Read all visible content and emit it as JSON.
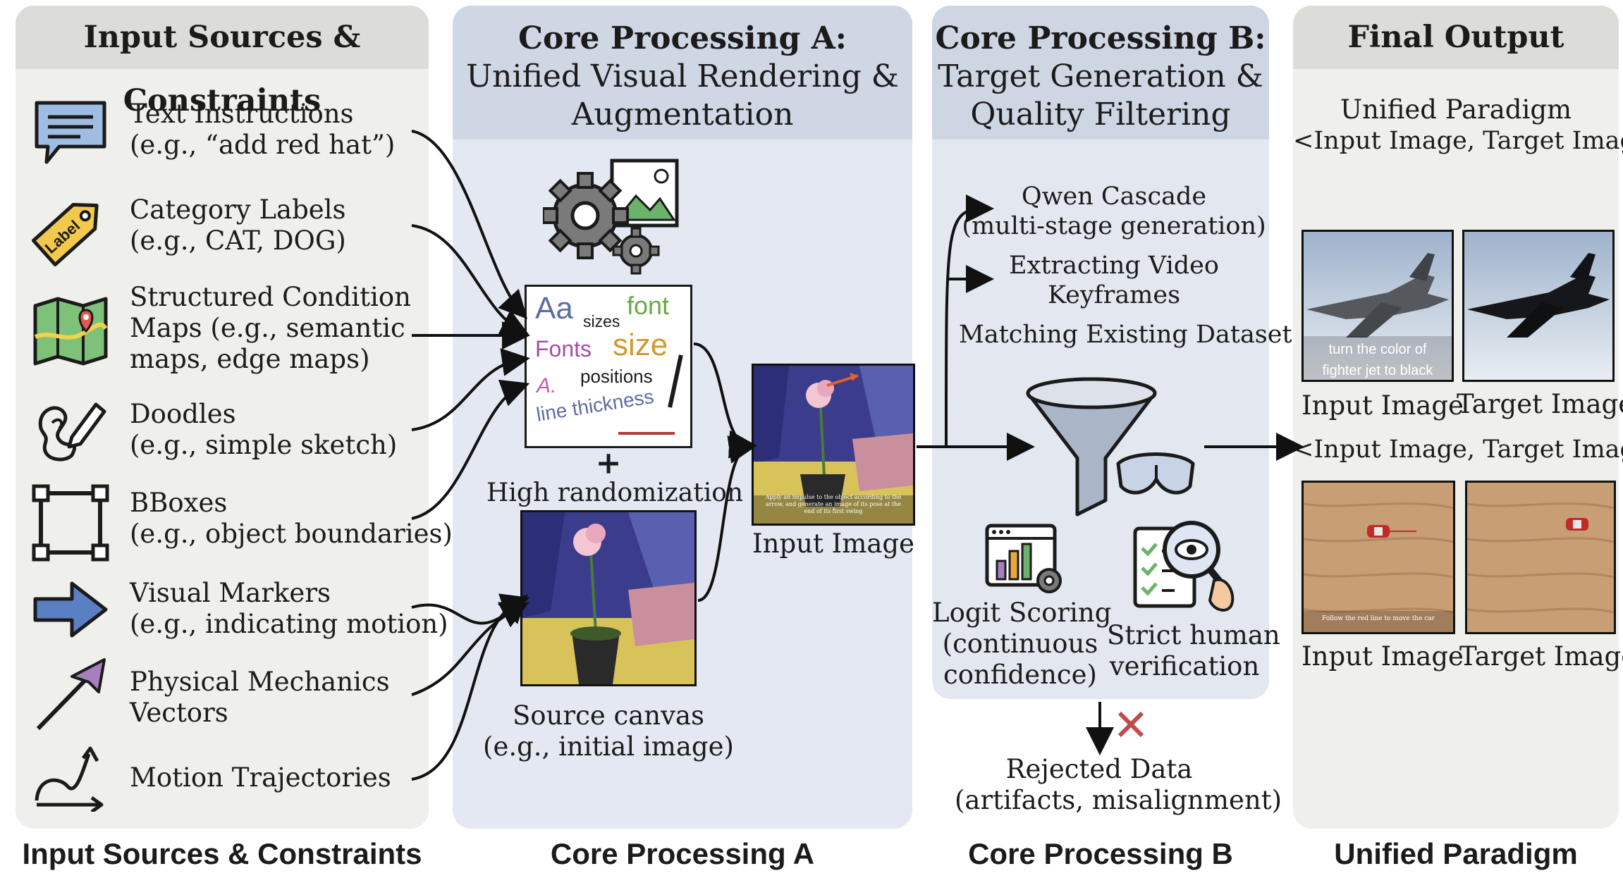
{
  "panel1": {
    "title": "Input Sources & Constraints",
    "items": [
      {
        "line1": "Text Instructions",
        "line2": "(e.g., “add red hat”)",
        "icon": "chat-bubble-icon"
      },
      {
        "line1": "Category Labels",
        "line2": "(e.g., CAT, DOG)",
        "icon": "label-tag-icon",
        "tag_text": "Label"
      },
      {
        "line1": "Structured Condition",
        "line2": "Maps (e.g., semantic",
        "line3": "maps, edge maps)",
        "icon": "map-icon"
      },
      {
        "line1": "Doodles",
        "line2": "(e.g., simple sketch)",
        "icon": "doodle-pen-icon"
      },
      {
        "line1": "BBoxes",
        "line2": "(e.g., object boundaries)",
        "icon": "bbox-icon"
      },
      {
        "line1": "Visual Markers",
        "line2": "(e.g., indicating motion)",
        "icon": "arrow-marker-icon"
      },
      {
        "line1": "Physical Mechanics",
        "line2": "Vectors",
        "icon": "vector-arrow-icon"
      },
      {
        "line1": "Motion Trajectories",
        "icon": "trajectory-icon"
      }
    ]
  },
  "panel2": {
    "title_line1": "Core Processing A:",
    "title_line2": "Unified Visual Rendering &",
    "title_line3": "Augmentation",
    "font_card": {
      "aa": "Aa",
      "sizes": "sizes",
      "font": "font",
      "fonts": "Fonts",
      "size": "size",
      "positions": "positions",
      "a": "A.",
      "thickness": "line thickness"
    },
    "plus": "+",
    "randomization": "High randomization",
    "source_line1": "Source canvas",
    "source_line2": "(e.g., initial image)",
    "input_image_label": "Input Image",
    "overlay_text": "Apply an impulse to the object according to the arrow, and generate an image of its pose at the end of its first swing"
  },
  "panel3": {
    "title_line1": "Core Processing B:",
    "title_line2": "Target Generation &",
    "title_line3": "Quality Filtering",
    "sources": [
      {
        "line1": "Qwen Cascade",
        "line2": "(multi-stage generation)"
      },
      {
        "line1": "Extracting Video",
        "line2": "Keyframes"
      },
      {
        "line1": "Matching Existing Datasets"
      }
    ],
    "logit_line1": "Logit Scoring",
    "logit_line2": "(continuous",
    "logit_line3": "confidence)",
    "strict_line1": "Strict human",
    "strict_line2": "verification"
  },
  "rejected": {
    "line1": "Rejected Data",
    "line2": "(artifacts, misalignment)"
  },
  "panel4": {
    "title": "Final Output",
    "paradigm_line1": "Unified Paradigm",
    "paradigm_line2": "<Input Image, Target Image>",
    "pair_label": "<Input Image, Target Image>",
    "jet_caption_line1": "turn the color of",
    "jet_caption_line2": "fighter jet to black",
    "car_caption": "Follow the red line to move the car",
    "input_label": "Input Image",
    "target_label": "Target Image"
  },
  "footer": {
    "a": "Input Sources & Constraints",
    "b": "Core Processing A",
    "c": "Core Processing B",
    "d": "Unified Paradigm"
  },
  "colors": {
    "panel_gray": "#efefec",
    "panel_blue": "#e3e8f2",
    "icon_blue": "#4f6ea3",
    "reject_red": "#c04b4b"
  }
}
